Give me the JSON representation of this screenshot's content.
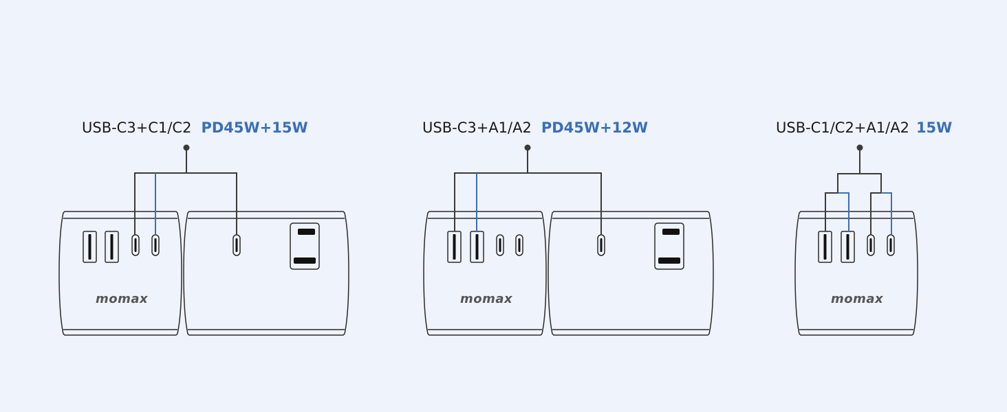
{
  "colors": {
    "background": "#eff3fb",
    "line": "#3a3a3a",
    "accent": "#3a6fb7",
    "text": "#1a1a1a",
    "logo": "#555555"
  },
  "configs": [
    {
      "ports": "USB-C3+C1/C2",
      "power": "PD45W+15W"
    },
    {
      "ports": "USB-C3+A1/A2",
      "power": "PD45W+12W"
    },
    {
      "ports": "USB-C1/C2+A1/A2",
      "power": "15W"
    }
  ],
  "brand": "momax"
}
